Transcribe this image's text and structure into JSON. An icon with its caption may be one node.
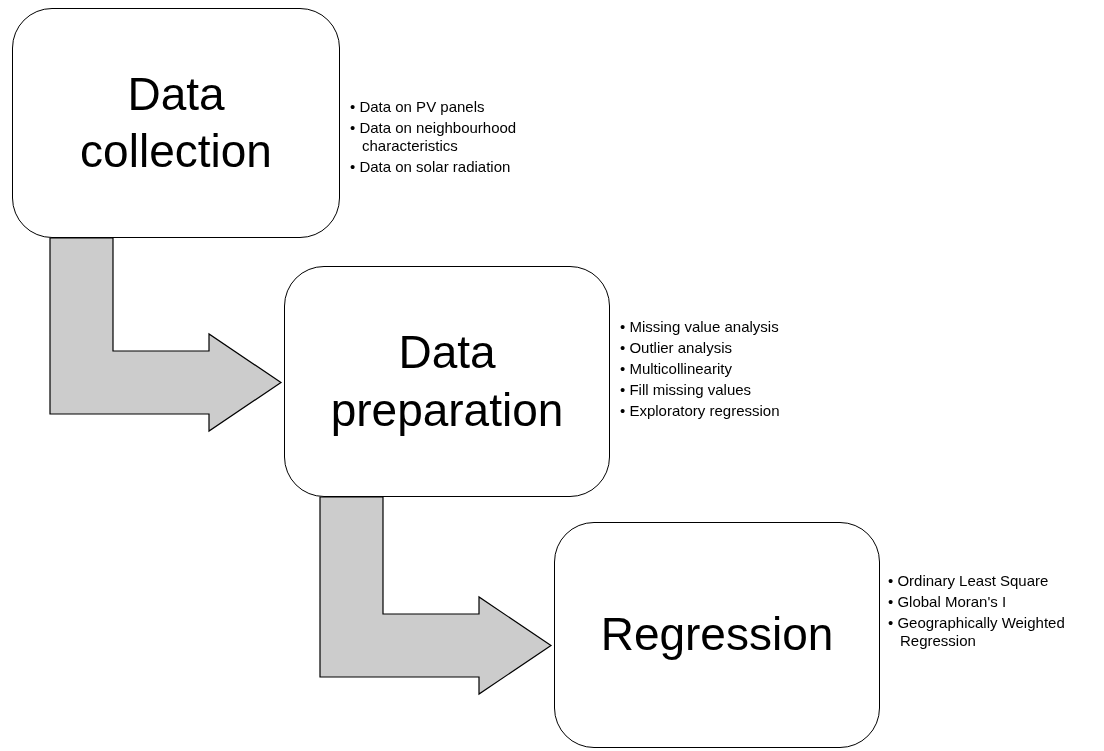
{
  "diagram": {
    "nodes": [
      {
        "text": [
          "Data collection"
        ],
        "beside": [
          "• Data on PV panels",
          "• Data on neighbourhood characteristics",
          "• Data on solar radiation"
        ]
      },
      {
        "text": [
          "Data preparation"
        ],
        "beside": [
          "• Missing value analysis",
          "• Outlier analysis",
          "• Multicollinearity",
          "• Fill missing values",
          "• Exploratory regression"
        ]
      },
      {
        "text": [
          "Regression"
        ],
        "beside": [
          "• Ordinary Least Square",
          "• Global Moran's I",
          "• Geographically Weighted Regression"
        ]
      }
    ],
    "edges": [
      {
        "from": 0,
        "to": 1,
        "arrow": "to",
        "style": "thick"
      },
      {
        "from": 1,
        "to": 2,
        "arrow": "to",
        "style": "thick"
      }
    ]
  }
}
